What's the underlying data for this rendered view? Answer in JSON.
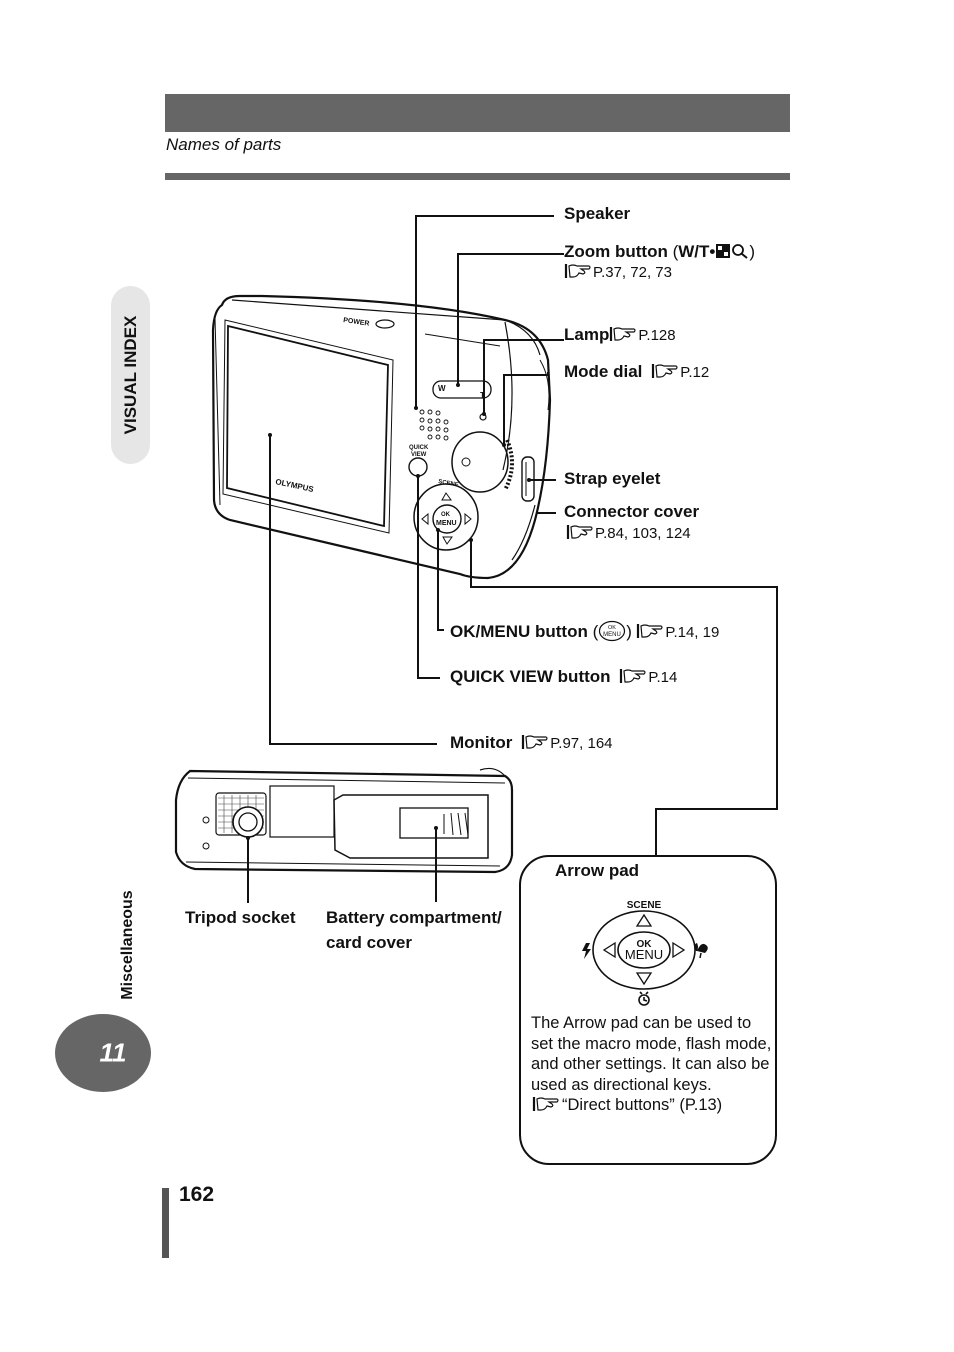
{
  "header": {
    "section_title": "Names of parts"
  },
  "side": {
    "tab_label": "VISUAL INDEX",
    "category_label": "Miscellaneous",
    "chapter_number": "11"
  },
  "footer": {
    "page_number": "162"
  },
  "camera": {
    "brand_text": "OLYMPUS",
    "power_text": "POWER",
    "quick_view_text": [
      "QUICK",
      "VIEW"
    ],
    "scene_text": "SCENE",
    "ok_text": "OK",
    "menu_text": "MENU",
    "w_text": "W",
    "t_text": "T"
  },
  "labels": {
    "speaker": "Speaker",
    "zoom": {
      "name": "Zoom button",
      "paren_open": " (",
      "spec": "W/T•",
      "paren_close": ")",
      "ref": "P.37, 72, 73"
    },
    "lamp": {
      "name": "Lamp",
      "ref": "P.128"
    },
    "mode_dial": {
      "name": "Mode dial",
      "ref": "P.12"
    },
    "strap_eyelet": "Strap eyelet",
    "connector_cover": {
      "name": "Connector cover",
      "ref": "P.84, 103, 124"
    },
    "ok_menu": {
      "name": "OK/MENU button",
      "paren_open": " (",
      "paren_close": ")",
      "ref": "P.14, 19"
    },
    "quick_view": {
      "name": "QUICK VIEW button",
      "ref": "P.14"
    },
    "monitor": {
      "name": "Monitor",
      "ref": "P.97, 164"
    },
    "tripod": "Tripod socket",
    "battery": [
      "Battery compartment/",
      "card cover"
    ]
  },
  "arrow_pad": {
    "title": "Arrow pad",
    "scene": "SCENE",
    "ok": "OK",
    "menu": "MENU",
    "description": "The Arrow pad can be used to set the macro mode, flash mode, and other settings. It can also be used as directional keys.",
    "ref": "“Direct buttons” (P.13)"
  }
}
